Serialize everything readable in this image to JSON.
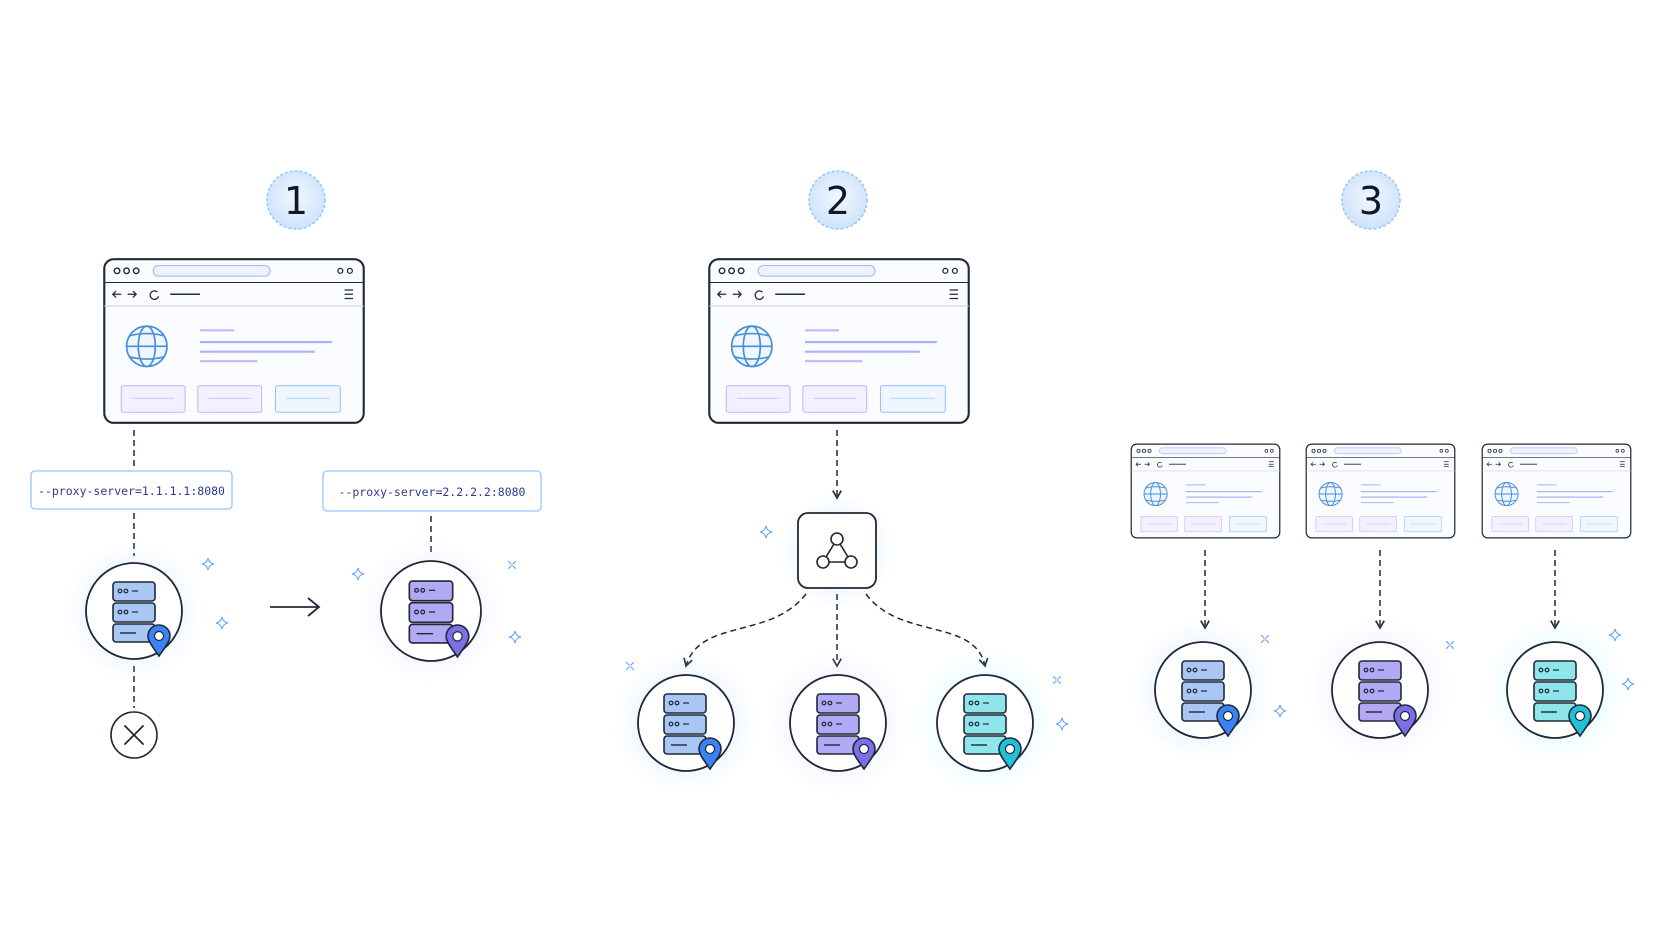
{
  "steps": [
    {
      "number": "1"
    },
    {
      "number": "2"
    },
    {
      "number": "3"
    }
  ],
  "labels": {
    "proxy_a": "--proxy-server=1.1.1.1:8080",
    "proxy_b": "--proxy-server=2.2.2.2:8080"
  },
  "colors": {
    "ink": "#1f2937",
    "step_badge": "#dbeafe",
    "label_border": "#93c5fd",
    "label_text": "#2f3a8f",
    "server_blue": "#93b7f3",
    "server_purple": "#a99df0",
    "server_teal": "#7fe0e6",
    "pin_blue": "#3b82f6",
    "pin_purple": "#7c6ee6",
    "pin_teal": "#22c1d6",
    "sparkle": "#60a5fa"
  },
  "icons": {
    "browser": "browser-window-icon",
    "globe": "globe-icon",
    "server": "server-rack-icon",
    "pin": "location-pin-icon",
    "router": "network-triangle-icon",
    "blocked": "close-circle-icon",
    "arrow": "arrow-right-icon",
    "sparkle": "sparkle-icon"
  }
}
